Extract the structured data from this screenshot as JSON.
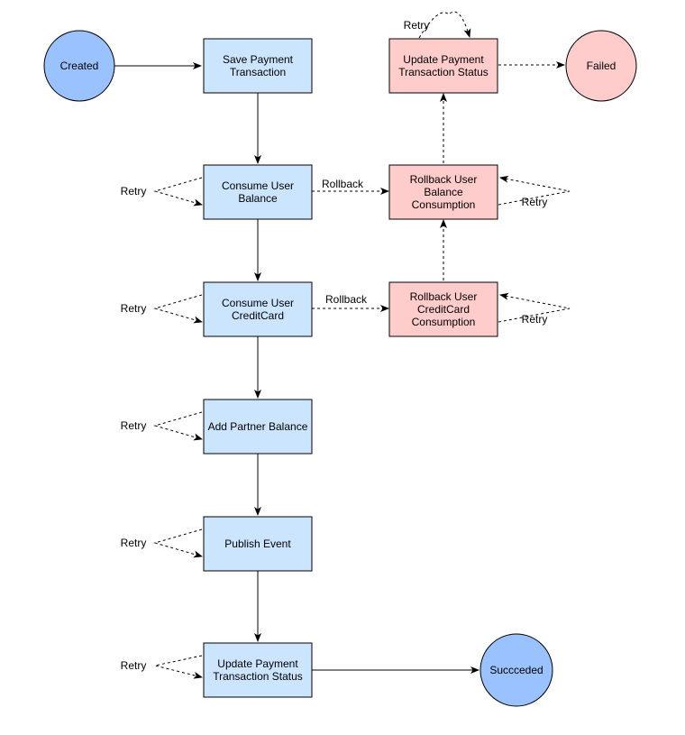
{
  "colors": {
    "blue_circle": "#99c2ff",
    "blue_box": "#cce5ff",
    "red_box": "#ffcccc",
    "stroke": "#000000"
  },
  "nodes": {
    "created": "Created",
    "save_payment": [
      "Save Payment",
      "Transaction"
    ],
    "consume_balance": [
      "Consume User",
      "Balance"
    ],
    "consume_creditcard": [
      "Consume User",
      "CreditCard"
    ],
    "add_partner": [
      "Add Partner Balance"
    ],
    "publish_event": [
      "Publish Event"
    ],
    "update_status_success": [
      "Update Payment",
      "Transaction Status"
    ],
    "succeeded": "Succceded",
    "update_status_fail": [
      "Update Payment",
      "Transaction Status"
    ],
    "failed": "Failed",
    "rollback_balance": [
      "Rollback User",
      "Balance",
      "Consumption"
    ],
    "rollback_creditcard": [
      "Rollback User",
      "CreditCard",
      "Consumption"
    ]
  },
  "edge_labels": {
    "retry": "Retry",
    "rollback": "Rollback"
  }
}
